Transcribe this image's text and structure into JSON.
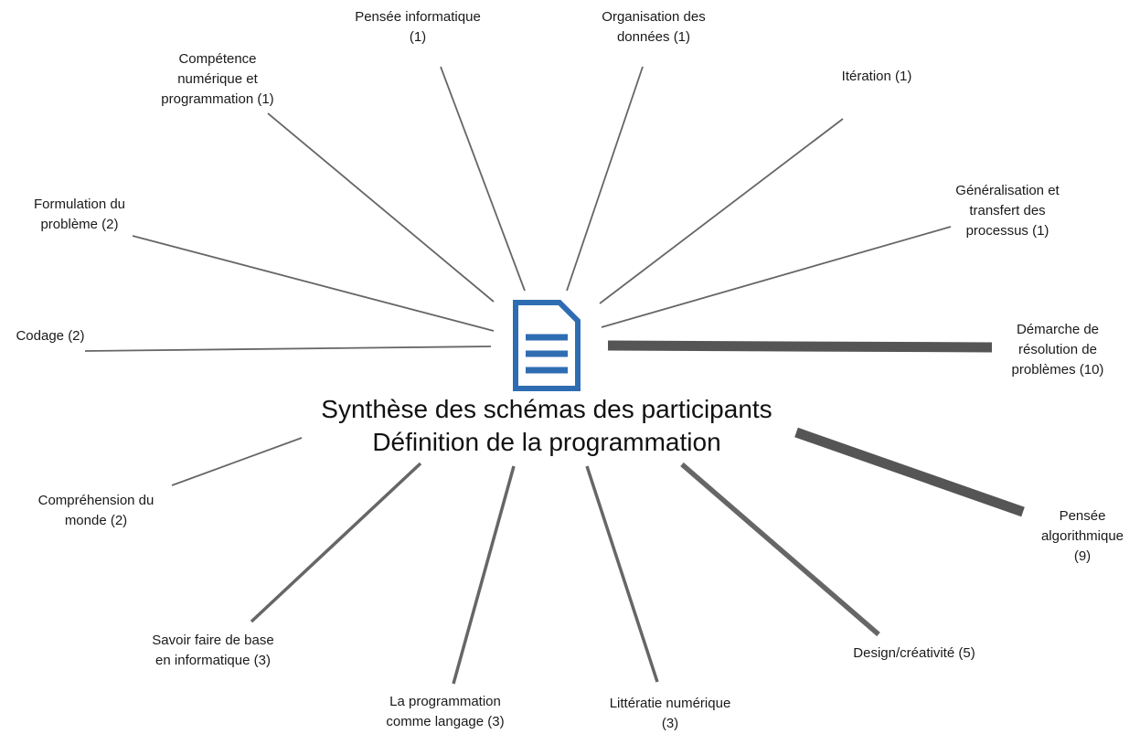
{
  "center": {
    "line1": "Synthèse des schémas des participants",
    "line2": "Définition de la programmation",
    "icon": "document-icon"
  },
  "colors": {
    "line": "#666666",
    "icon": "#2f6db3",
    "text": "#1a1a1a"
  },
  "nodes": [
    {
      "id": "pensee-informatique",
      "lines": [
        "Pensée informatique",
        "(1)"
      ],
      "count": 1
    },
    {
      "id": "organisation-donnees",
      "lines": [
        "Organisation des",
        "données (1)"
      ],
      "count": 1
    },
    {
      "id": "competence-numerique",
      "lines": [
        "Compétence",
        "numérique et",
        "programmation (1)"
      ],
      "count": 1
    },
    {
      "id": "iteration",
      "lines": [
        "Itération (1)"
      ],
      "count": 1
    },
    {
      "id": "generalisation",
      "lines": [
        "Généralisation et",
        "transfert des",
        "processus (1)"
      ],
      "count": 1
    },
    {
      "id": "formulation-probleme",
      "lines": [
        "Formulation du",
        "problème (2)"
      ],
      "count": 2
    },
    {
      "id": "codage",
      "lines": [
        "Codage (2)"
      ],
      "count": 2
    },
    {
      "id": "demarche-resolution",
      "lines": [
        "Démarche de",
        "résolution de",
        "problèmes (10)"
      ],
      "count": 10
    },
    {
      "id": "comprehension-monde",
      "lines": [
        "Compréhension du",
        "monde (2)"
      ],
      "count": 2
    },
    {
      "id": "pensee-algorithmique",
      "lines": [
        "Pensée",
        "algorithmique",
        "(9)"
      ],
      "count": 9
    },
    {
      "id": "savoir-faire",
      "lines": [
        "Savoir faire de base",
        "en informatique (3)"
      ],
      "count": 3
    },
    {
      "id": "design-creativite",
      "lines": [
        "Design/créativité (5)"
      ],
      "count": 5
    },
    {
      "id": "programmation-langage",
      "lines": [
        "La programmation",
        "comme langage (3)"
      ],
      "count": 3
    },
    {
      "id": "litteratie-numerique",
      "lines": [
        "Littératie numérique",
        "(3)"
      ],
      "count": 3
    }
  ]
}
